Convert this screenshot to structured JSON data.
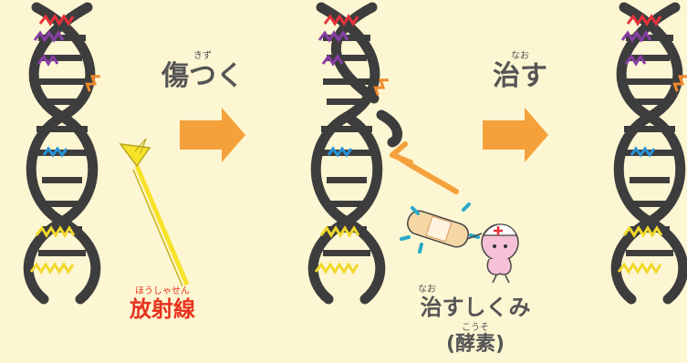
{
  "step_damage": {
    "ruby": "きず",
    "label": "傷つく"
  },
  "step_repair": {
    "ruby": "なお",
    "label": "治す"
  },
  "radiation": {
    "ruby": "ほうしゃせん",
    "label": "放射線"
  },
  "repair_mechanism": {
    "ruby": "なお",
    "label": "治すしくみ"
  },
  "enzyme": {
    "ruby": "こうそ",
    "label": "(酵素)"
  },
  "colors": {
    "background": "#fdf6d2",
    "dna_backbone": "#3d3d3d",
    "arrow_orange": "#f5a13b",
    "radiation_yellow": "#f7e22a",
    "label_red": "#e8321f",
    "label_gray": "#555555",
    "rung_red": "#e8323a",
    "rung_purple": "#8a3ea8",
    "rung_orange": "#f08a2a",
    "rung_blue": "#2a93d6",
    "rung_yellow": "#f2d82a"
  }
}
